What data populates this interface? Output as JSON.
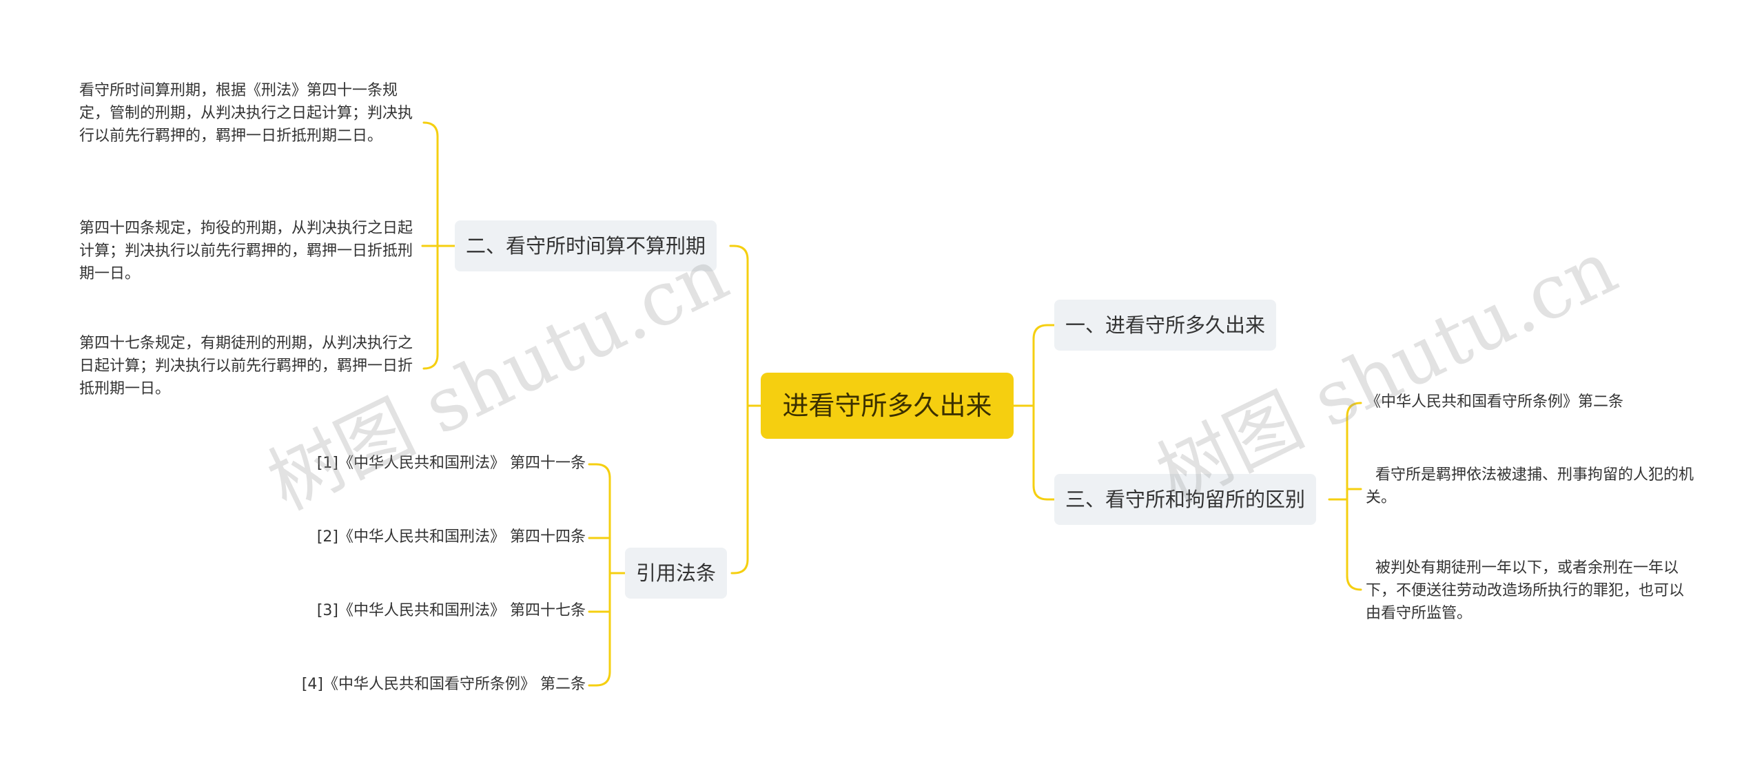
{
  "root": {
    "label": "进看守所多久出来"
  },
  "branches": {
    "b1": {
      "label": "一、进看守所多久出来"
    },
    "b2": {
      "label": "二、看守所时间算不算刑期",
      "leaves": [
        "看守所时间算刑期，根据《刑法》第四十一条规定，管制的刑期，从判决执行之日起计算；判决执行以前先行羁押的，羁押一日折抵刑期二日。",
        "第四十四条规定，拘役的刑期，从判决执行之日起计算；判决执行以前先行羁押的，羁押一日折抵刑期一日。",
        "第四十七条规定，有期徒刑的刑期，从判决执行之日起计算；判决执行以前先行羁押的，羁押一日折抵刑期一日。"
      ]
    },
    "b3": {
      "label": "三、看守所和拘留所的区别",
      "leaves": [
        "《中华人民共和国看守所条例》第二条",
        "  看守所是羁押依法被逮捕、刑事拘留的人犯的机关。",
        "  被判处有期徒刑一年以下，或者余刑在一年以下，不便送往劳动改造场所执行的罪犯，也可以由看守所监管。"
      ]
    },
    "b4": {
      "label": "引用法条",
      "leaves": [
        "[1]《中华人民共和国刑法》 第四十一条",
        "[2]《中华人民共和国刑法》 第四十四条",
        "[3]《中华人民共和国刑法》 第四十七条",
        "[4]《中华人民共和国看守所条例》 第二条"
      ]
    }
  },
  "watermarks": [
    "树图 shutu.cn",
    "树图 shutu.cn"
  ],
  "colors": {
    "connector": "#f5cf10",
    "root_fill": "#f5cf10",
    "branch_fill": "#eef1f4"
  }
}
